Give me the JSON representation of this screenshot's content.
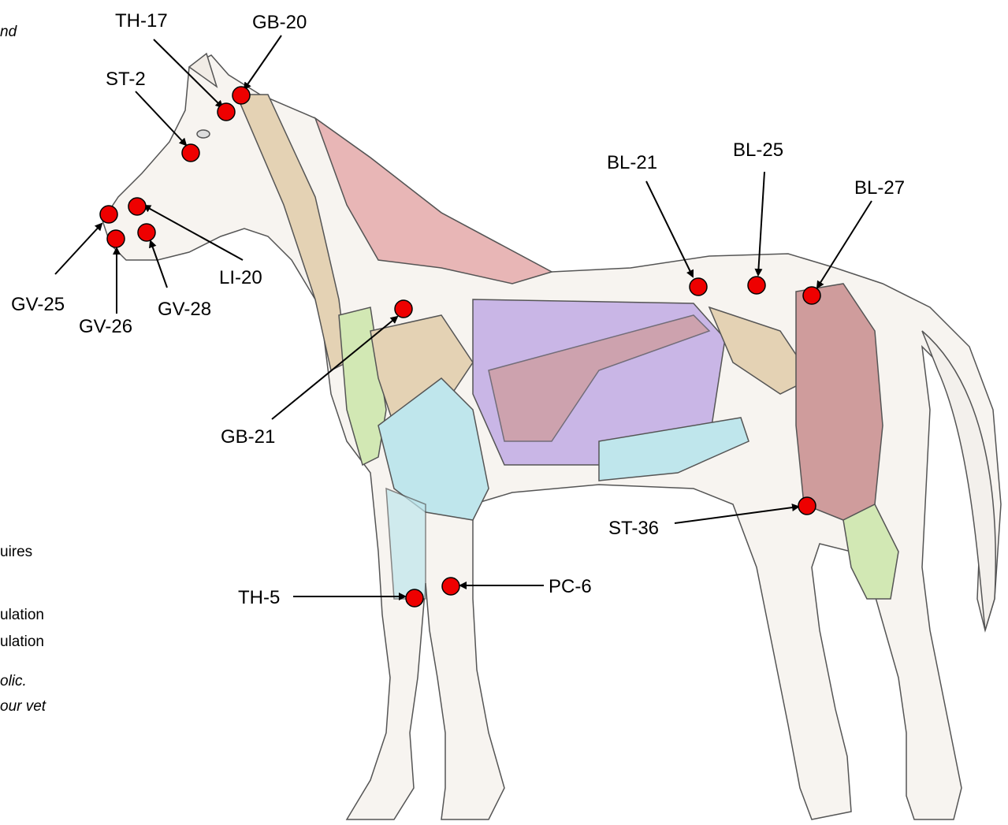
{
  "diagram": {
    "points": [
      {
        "id": "th17",
        "label": "TH-17"
      },
      {
        "id": "gb20",
        "label": "GB-20"
      },
      {
        "id": "st2",
        "label": "ST-2"
      },
      {
        "id": "li20",
        "label": "LI-20"
      },
      {
        "id": "gv25",
        "label": "GV-25"
      },
      {
        "id": "gv26",
        "label": "GV-26"
      },
      {
        "id": "gv28",
        "label": "GV-28"
      },
      {
        "id": "gb21",
        "label": "GB-21"
      },
      {
        "id": "bl21",
        "label": "BL-21"
      },
      {
        "id": "bl25",
        "label": "BL-25"
      },
      {
        "id": "bl27",
        "label": "BL-27"
      },
      {
        "id": "st36",
        "label": "ST-36"
      },
      {
        "id": "th5",
        "label": "TH-5"
      },
      {
        "id": "pc6",
        "label": "PC-6"
      }
    ],
    "colors": {
      "point_fill": "#ee0000",
      "point_stroke": "#000000",
      "muscle_pink": "#e8b6b6",
      "muscle_purple": "#c9b6e6",
      "muscle_green": "#d2e8b4",
      "muscle_cyan": "#bfe6ec",
      "muscle_tan": "#e4d2b4",
      "muscle_rose": "#cf9c9c",
      "outline": "#555555"
    }
  },
  "cropped_text": [
    {
      "id": "t1",
      "text": "nd",
      "italic": true
    },
    {
      "id": "t2",
      "text": "uires",
      "italic": false
    },
    {
      "id": "t3",
      "text": "ulation",
      "italic": false
    },
    {
      "id": "t4",
      "text": "ulation",
      "italic": false
    },
    {
      "id": "t5",
      "text": "olic.",
      "italic": true
    },
    {
      "id": "t6",
      "text": "our vet",
      "italic": true
    }
  ]
}
